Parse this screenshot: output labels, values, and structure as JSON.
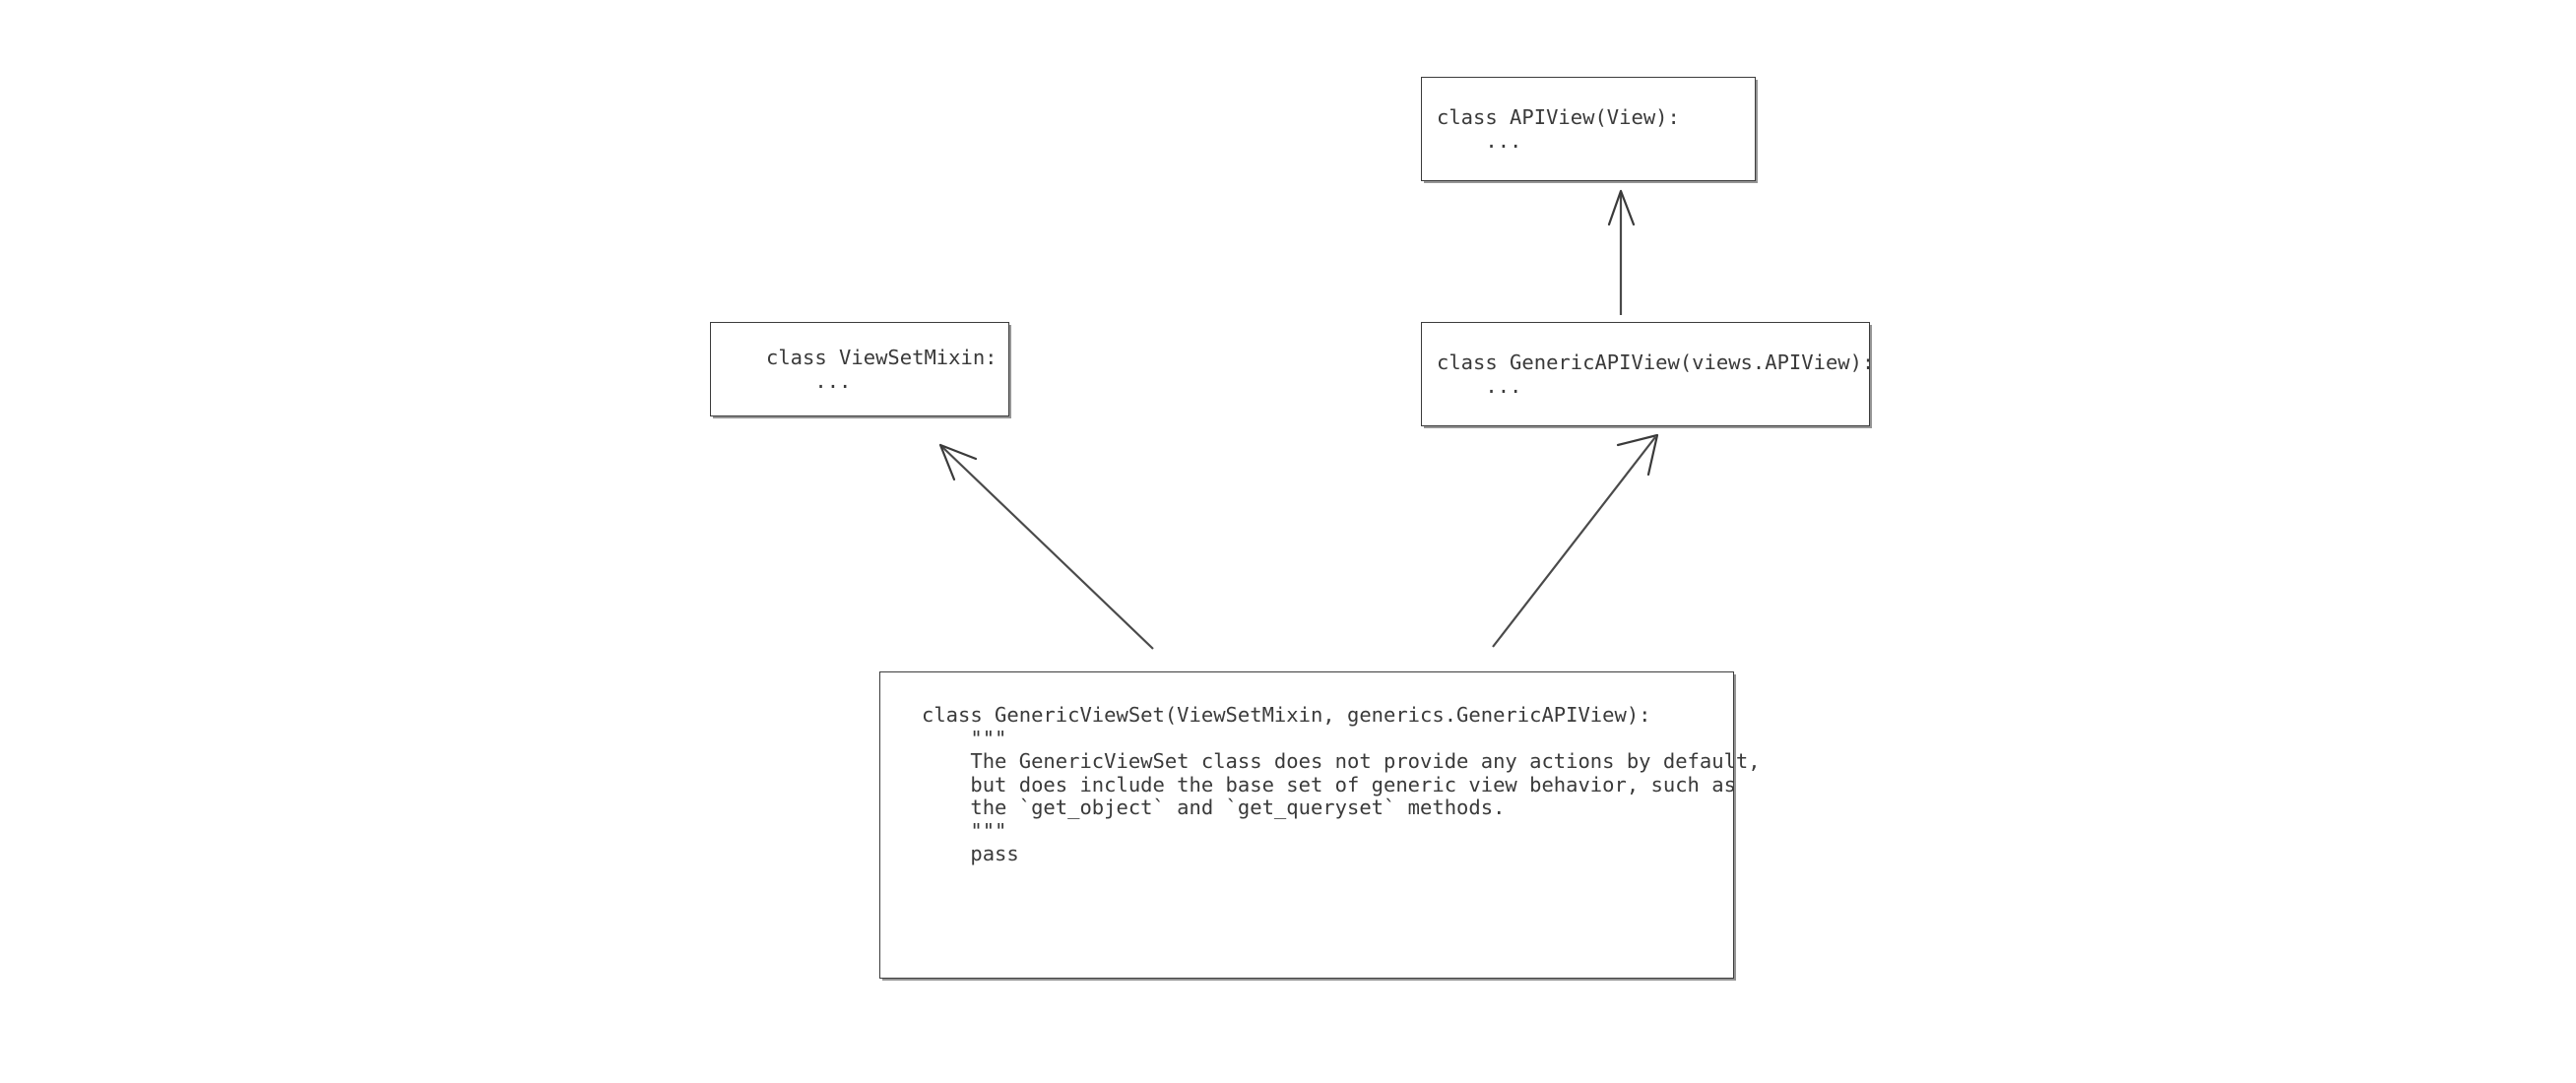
{
  "diagram": {
    "title": "Django REST Framework GenericViewSet class hierarchy",
    "background_color": "#ffffff",
    "box_border_color": "#3c3c3c",
    "text_color": "#3a3a3a",
    "arrow_color": "#4a4a4a",
    "boxes": [
      {
        "id": "apiview",
        "label": "APIView class box",
        "code": "class APIView(View):\n    ..."
      },
      {
        "id": "viewsetmixin",
        "label": "ViewSetMixin class box",
        "code": "class ViewSetMixin:\n    ..."
      },
      {
        "id": "genericapiview",
        "label": "GenericAPIView class box",
        "code": "class GenericAPIView(views.APIView):\n    ..."
      },
      {
        "id": "genericviewset",
        "label": "GenericViewSet class box",
        "code": "class GenericViewSet(ViewSetMixin, generics.GenericAPIView):\n    \"\"\"\n    The GenericViewSet class does not provide any actions by default,\n    but does include the base set of generic view behavior, such as\n    the `get_object` and `get_queryset` methods.\n    \"\"\"\n    pass"
      }
    ],
    "arrows": [
      {
        "id": "genericapiview-to-apiview",
        "from": "genericapiview",
        "to": "apiview",
        "kind": "inheritance-arrow"
      },
      {
        "id": "genericviewset-to-viewsetmixin",
        "from": "genericviewset",
        "to": "viewsetmixin",
        "kind": "inheritance-arrow"
      },
      {
        "id": "genericviewset-to-genericapiview",
        "from": "genericviewset",
        "to": "genericapiview",
        "kind": "inheritance-arrow"
      }
    ]
  }
}
